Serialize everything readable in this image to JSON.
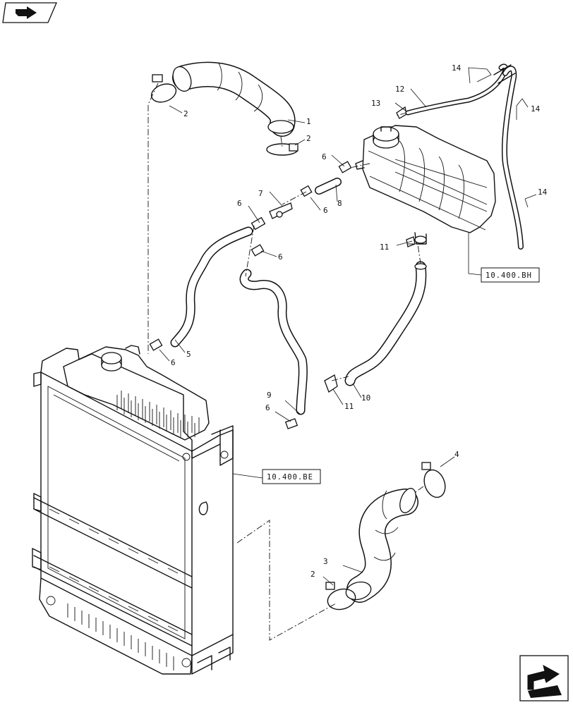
{
  "refs": {
    "expansion_tank": "10.400.BH",
    "radiator": "10.400.BE"
  },
  "callouts": {
    "c1": "1",
    "c2a": "2",
    "c2b": "2",
    "c2c": "2",
    "c3": "3",
    "c4": "4",
    "c5": "5",
    "c6a": "6",
    "c6b": "6",
    "c6c": "6",
    "c6d": "6",
    "c6e": "6",
    "c6f": "6",
    "c7": "7",
    "c8": "8",
    "c9": "9",
    "c10": "10",
    "c11a": "11",
    "c11b": "11",
    "c12": "12",
    "c13": "13",
    "c14a": "14",
    "c14b": "14",
    "c14c": "14"
  },
  "icons": {
    "top_left": "book-arrow-icon",
    "bottom_right": "next-page-arrow-icon"
  }
}
